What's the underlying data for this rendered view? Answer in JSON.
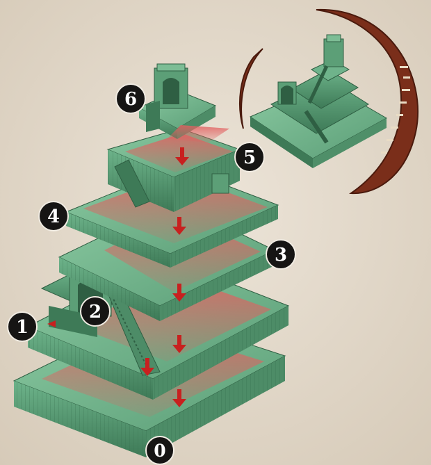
{
  "colors": {
    "parchment": "#e6ddd0",
    "parchment_dark": "#cfc3b2",
    "stone_green": "#5fa57c",
    "stone_green_dark": "#3f7e59",
    "stone_green_light": "#7dbd95",
    "highlight_red": "#e06b6b",
    "arrow_red": "#c8201f",
    "badge_fill": "#161514",
    "crescent": "#7a2e1a"
  },
  "labels": {
    "level_0": "0",
    "level_1": "1",
    "level_2": "2",
    "level_3": "3",
    "level_4": "4",
    "level_5": "5",
    "level_6": "6"
  },
  "icons": {
    "down_arrow": "down-arrow-icon",
    "level_badge": "number-badge-icon"
  }
}
